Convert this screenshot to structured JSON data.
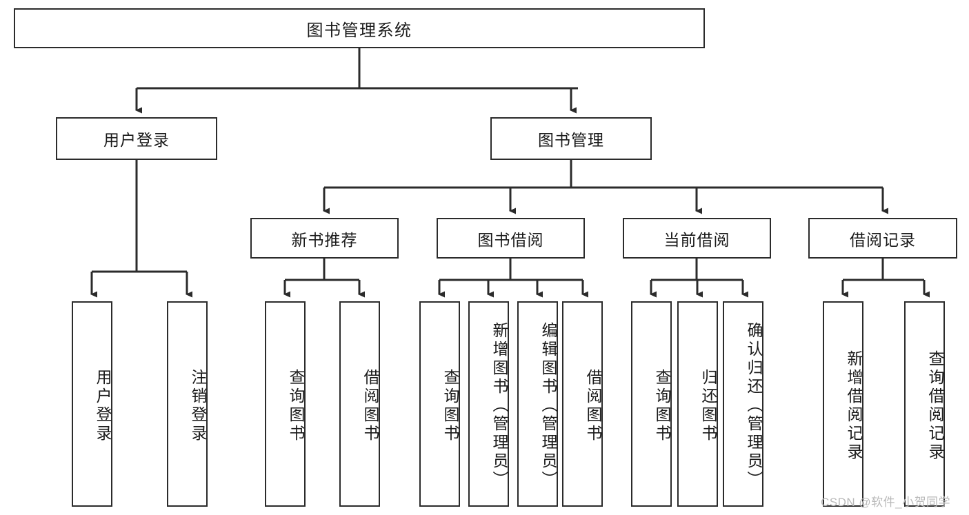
{
  "diagram": {
    "title": "图书管理系统",
    "level2": [
      {
        "label": "用户登录"
      },
      {
        "label": "图书管理"
      }
    ],
    "level3": [
      {
        "label": "新书推荐"
      },
      {
        "label": "图书借阅"
      },
      {
        "label": "当前借阅"
      },
      {
        "label": "借阅记录"
      }
    ],
    "leaves": [
      {
        "label": "用户登录"
      },
      {
        "label": "注销登录"
      },
      {
        "label": "查询图书"
      },
      {
        "label": "借阅图书"
      },
      {
        "label": "查询图书"
      },
      {
        "label": "新增图书（管理员）"
      },
      {
        "label": "编辑图书（管理员）"
      },
      {
        "label": "借阅图书"
      },
      {
        "label": "查询图书"
      },
      {
        "label": "归还图书"
      },
      {
        "label": "确认归还（管理员）"
      },
      {
        "label": "新增借阅记录"
      },
      {
        "label": "查询借阅记录"
      }
    ]
  },
  "watermark": {
    "text": "CSDN @软件_小贺同学"
  },
  "colors": {
    "stroke": "#2b2b2b",
    "background": "#ffffff",
    "text": "#1a1a1a",
    "watermark": "#b9b9b9"
  }
}
